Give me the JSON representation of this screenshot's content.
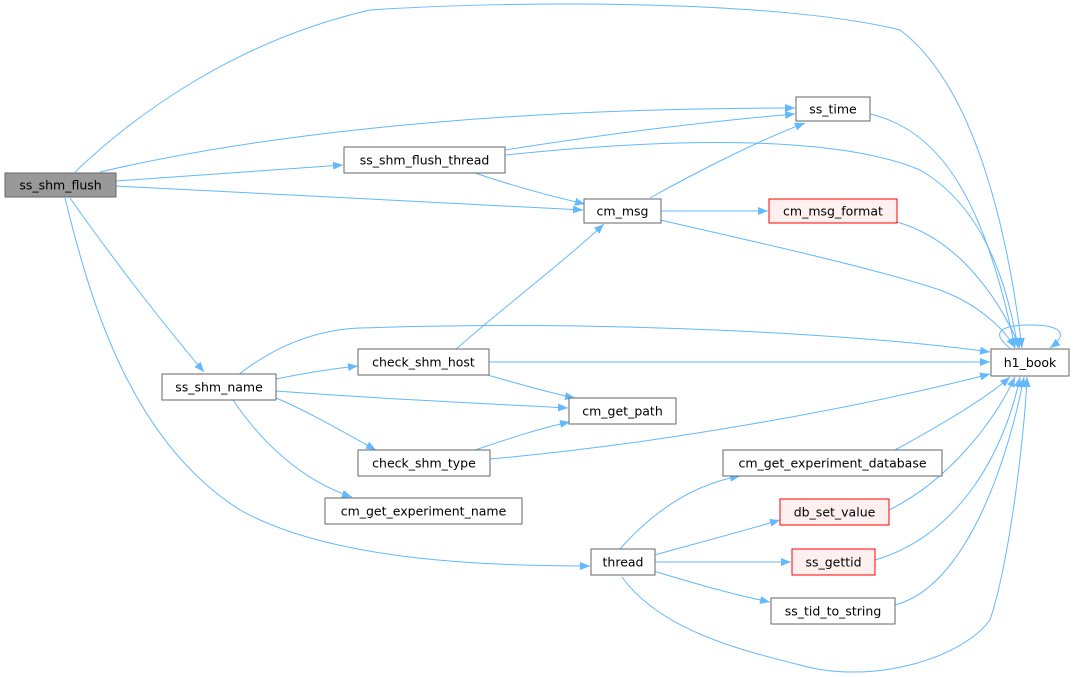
{
  "colors": {
    "edge": "#63b8ff",
    "node_border": "#666666",
    "root_fill": "#999999",
    "red_border": "#ff0000",
    "red_fill": "#fff0f0"
  },
  "nodes": [
    {
      "id": "ss_shm_flush",
      "label": "ss_shm_flush",
      "style": "root"
    },
    {
      "id": "ss_time",
      "label": "ss_time",
      "style": "normal"
    },
    {
      "id": "ss_shm_flush_thread",
      "label": "ss_shm_flush_thread",
      "style": "normal"
    },
    {
      "id": "cm_msg",
      "label": "cm_msg",
      "style": "normal"
    },
    {
      "id": "cm_msg_format",
      "label": "cm_msg_format",
      "style": "red"
    },
    {
      "id": "h1_book",
      "label": "h1_book",
      "style": "normal"
    },
    {
      "id": "ss_shm_name",
      "label": "ss_shm_name",
      "style": "normal"
    },
    {
      "id": "check_shm_host",
      "label": "check_shm_host",
      "style": "normal"
    },
    {
      "id": "cm_get_path",
      "label": "cm_get_path",
      "style": "normal"
    },
    {
      "id": "check_shm_type",
      "label": "check_shm_type",
      "style": "normal"
    },
    {
      "id": "cm_get_experiment_name",
      "label": "cm_get_experiment_name",
      "style": "normal"
    },
    {
      "id": "cm_get_experiment_database",
      "label": "cm_get_experiment_database",
      "style": "normal"
    },
    {
      "id": "thread",
      "label": "thread",
      "style": "normal"
    },
    {
      "id": "db_set_value",
      "label": "db_set_value",
      "style": "red"
    },
    {
      "id": "ss_gettid",
      "label": "ss_gettid",
      "style": "red"
    },
    {
      "id": "ss_tid_to_string",
      "label": "ss_tid_to_string",
      "style": "normal"
    }
  ],
  "edges": [
    {
      "from": "ss_shm_flush",
      "to": "h1_book"
    },
    {
      "from": "ss_shm_flush",
      "to": "ss_time"
    },
    {
      "from": "ss_shm_flush",
      "to": "ss_shm_flush_thread"
    },
    {
      "from": "ss_shm_flush",
      "to": "cm_msg"
    },
    {
      "from": "ss_shm_flush",
      "to": "ss_shm_name"
    },
    {
      "from": "ss_shm_flush",
      "to": "thread"
    },
    {
      "from": "ss_shm_flush_thread",
      "to": "ss_time"
    },
    {
      "from": "ss_shm_flush_thread",
      "to": "h1_book"
    },
    {
      "from": "ss_shm_flush_thread",
      "to": "cm_msg"
    },
    {
      "from": "ss_time",
      "to": "h1_book"
    },
    {
      "from": "cm_msg",
      "to": "ss_time"
    },
    {
      "from": "cm_msg",
      "to": "cm_msg_format"
    },
    {
      "from": "cm_msg",
      "to": "h1_book"
    },
    {
      "from": "cm_msg_format",
      "to": "h1_book"
    },
    {
      "from": "h1_book",
      "to": "h1_book"
    },
    {
      "from": "ss_shm_name",
      "to": "h1_book"
    },
    {
      "from": "ss_shm_name",
      "to": "check_shm_host"
    },
    {
      "from": "ss_shm_name",
      "to": "cm_get_path"
    },
    {
      "from": "ss_shm_name",
      "to": "check_shm_type"
    },
    {
      "from": "ss_shm_name",
      "to": "cm_get_experiment_name"
    },
    {
      "from": "check_shm_host",
      "to": "cm_msg"
    },
    {
      "from": "check_shm_host",
      "to": "h1_book"
    },
    {
      "from": "check_shm_host",
      "to": "cm_get_path"
    },
    {
      "from": "check_shm_type",
      "to": "cm_get_path"
    },
    {
      "from": "check_shm_type",
      "to": "h1_book"
    },
    {
      "from": "cm_get_experiment_database",
      "to": "h1_book"
    },
    {
      "from": "thread",
      "to": "cm_get_experiment_database"
    },
    {
      "from": "thread",
      "to": "db_set_value"
    },
    {
      "from": "thread",
      "to": "ss_gettid"
    },
    {
      "from": "thread",
      "to": "ss_tid_to_string"
    },
    {
      "from": "thread",
      "to": "h1_book"
    },
    {
      "from": "db_set_value",
      "to": "h1_book"
    },
    {
      "from": "ss_gettid",
      "to": "h1_book"
    },
    {
      "from": "ss_tid_to_string",
      "to": "h1_book"
    }
  ]
}
